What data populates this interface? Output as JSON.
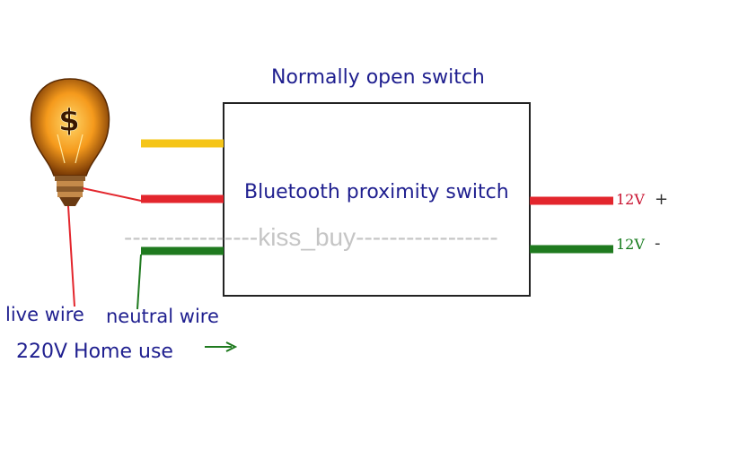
{
  "labels": {
    "switch_type": "Normally open switch",
    "device": "Bluetooth proximity switch",
    "live_wire": "live wire",
    "neutral_wire": "neutral wire",
    "home_use": "220V Home use",
    "supply_positive": "12V",
    "supply_negative": "12V",
    "positive_sign": "+",
    "negative_sign": "-",
    "bulb_symbol": "$"
  },
  "watermark": "----------------kiss_buy-----------------",
  "colors": {
    "wire_yellow": "#f5c518",
    "wire_red": "#e3262d",
    "wire_green": "#1f7a1f",
    "box_border": "#222222",
    "label_text": "#1f1f8f"
  }
}
